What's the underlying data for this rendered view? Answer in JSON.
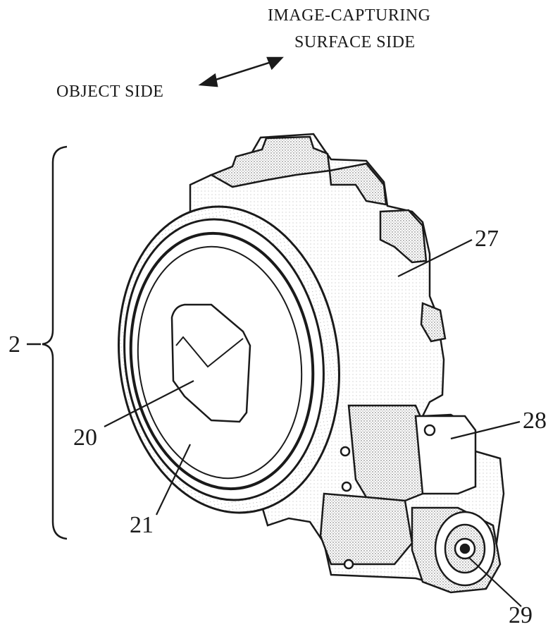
{
  "direction": {
    "image_side_line1": "IMAGE-CAPTURING",
    "image_side_line2": "SURFACE SIDE",
    "object_side": "OBJECT SIDE"
  },
  "references": {
    "assembly": "2",
    "opening": "20",
    "lens_barrel_front": "21",
    "fixed_barrel": "27",
    "mount_part": "28",
    "motor": "29"
  },
  "colors": {
    "ink": "#1a1a1a",
    "shade": "#8a8a8a",
    "background": "#ffffff"
  }
}
